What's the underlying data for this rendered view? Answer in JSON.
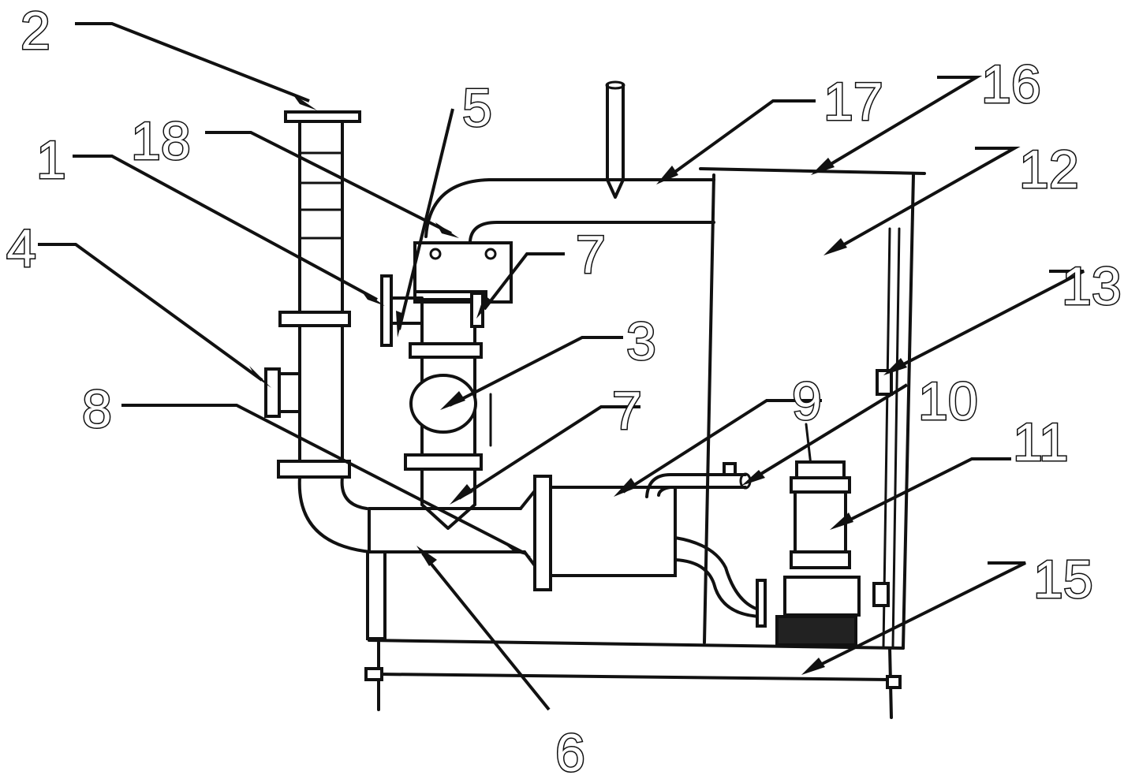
{
  "diagram": {
    "callouts": [
      {
        "id": "c2",
        "label": "2"
      },
      {
        "id": "c18",
        "label": "18"
      },
      {
        "id": "c1",
        "label": "1"
      },
      {
        "id": "c4",
        "label": "4"
      },
      {
        "id": "c8",
        "label": "8"
      },
      {
        "id": "c5",
        "label": "5"
      },
      {
        "id": "c7a",
        "label": "7"
      },
      {
        "id": "c3",
        "label": "3"
      },
      {
        "id": "c7b",
        "label": "7"
      },
      {
        "id": "c6",
        "label": "6"
      },
      {
        "id": "c9",
        "label": "9"
      },
      {
        "id": "c10",
        "label": "10"
      },
      {
        "id": "c11",
        "label": "11"
      },
      {
        "id": "c17",
        "label": "17"
      },
      {
        "id": "c16",
        "label": "16"
      },
      {
        "id": "c12",
        "label": "12"
      },
      {
        "id": "c13",
        "label": "13"
      },
      {
        "id": "c15",
        "label": "15"
      }
    ]
  }
}
